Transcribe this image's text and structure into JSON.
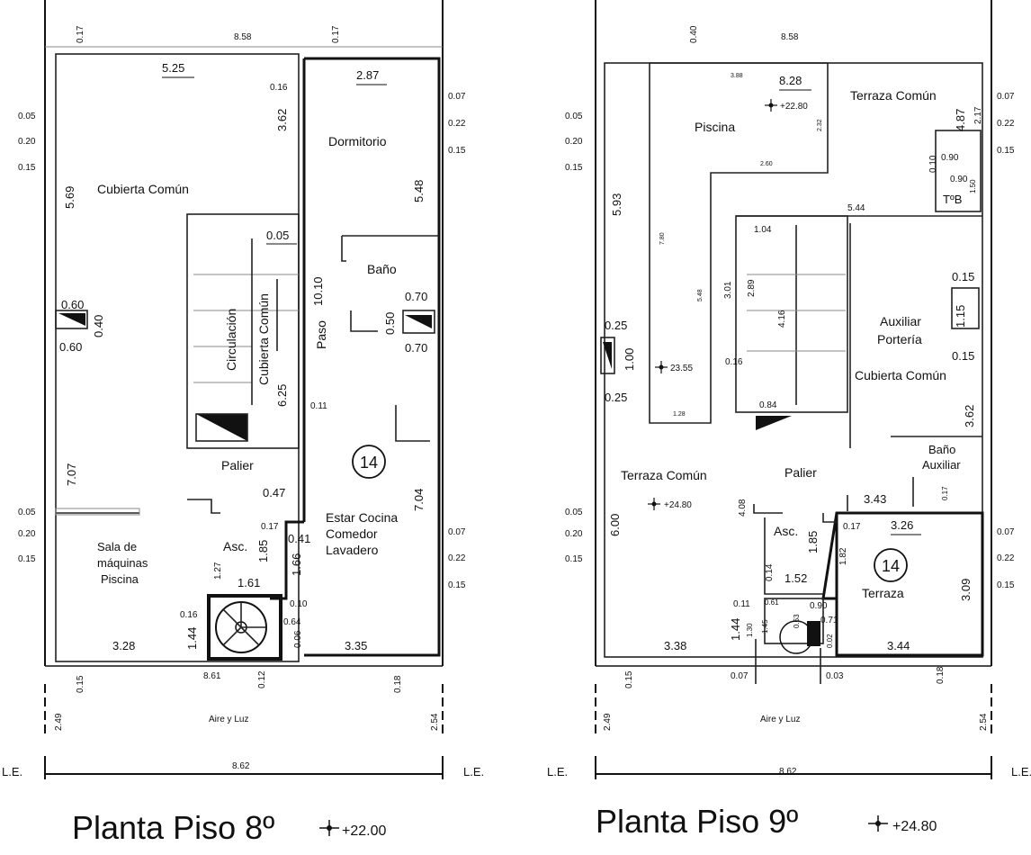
{
  "plan8": {
    "title": "Planta Piso 8º",
    "level": "+22.00",
    "rooms": {
      "cubierta": "Cubierta Común",
      "dormitorio": "Dormitorio",
      "bano": "Baño",
      "circulacion": "Circulación",
      "cubierta2": "Cubierta Común",
      "paso": "Paso",
      "palier": "Palier",
      "estar1": "Estar Cocina",
      "estar2": "Comedor",
      "estar3": "Lavadero",
      "sala1": "Sala de",
      "sala2": "máquinas",
      "sala3": "Piscina",
      "asc": "Asc.",
      "unit": "14",
      "aire": "Aire y Luz",
      "le_left": "L.E.",
      "le_right": "L.E."
    },
    "dims": {
      "top": "8.58",
      "top017a": "0.17",
      "top017b": "0.17",
      "d525": "5.25",
      "d287": "2.87",
      "d016": "0.16",
      "d362": "3.62",
      "d548": "5.48",
      "d569": "5.69",
      "d005": "0.05",
      "d070a": "0.70",
      "d070b": "0.70",
      "d050": "0.50",
      "d1010": "10.10",
      "d060a": "0.60",
      "d060b": "0.60",
      "d040": "0.40",
      "d625": "6.25",
      "d011": "0.11",
      "d707": "7.07",
      "d704": "7.04",
      "d047": "0.47",
      "d017": "0.17",
      "d041": "0.41",
      "d185": "1.85",
      "d166": "1.66",
      "d161": "1.61",
      "d127": "1.27",
      "d328": "3.28",
      "d144": "1.44",
      "d016b": "0.16",
      "d335": "3.35",
      "d064": "0.64",
      "d006": "0.06",
      "d010": "0.10",
      "d861": "8.61",
      "d015b": "0.15",
      "d012": "0.12",
      "d018": "0.18",
      "d249": "2.49",
      "d254": "2.54",
      "d862": "8.62",
      "l005a": "0.05",
      "l020a": "0.20",
      "l015a": "0.15",
      "l005b": "0.05",
      "l020b": "0.20",
      "l015b": "0.15",
      "r007a": "0.07",
      "r022a": "0.22",
      "r015a": "0.15",
      "r007b": "0.07",
      "r022b": "0.22",
      "r015b": "0.15"
    }
  },
  "plan9": {
    "title": "Planta Piso 9º",
    "level": "+24.80",
    "rooms": {
      "piscina": "Piscina",
      "terraza_top": "Terraza Común",
      "tb": "TºB",
      "auxiliar1": "Auxiliar",
      "auxiliar2": "Portería",
      "cubierta": "Cubierta Común",
      "bano1": "Baño",
      "bano2": "Auxiliar",
      "terraza_left": "Terraza Común",
      "palier": "Palier",
      "asc": "Asc.",
      "terraza": "Terraza",
      "unit": "14",
      "aire": "Aire y Luz",
      "le_left": "L.E.",
      "le_right": "L.E."
    },
    "levels": {
      "l2280": "+22.80",
      "l2355": "23.55",
      "l2480": "+24.80"
    },
    "dims": {
      "top": "8.58",
      "d040": "0.40",
      "d828": "8.28",
      "d388": "3.88",
      "d232": "2.32",
      "d260": "2.60",
      "d487": "4.87",
      "d217": "2.17",
      "d010": "0.10",
      "d090a": "0.90",
      "d090b": "0.90",
      "d150": "1.50",
      "d593": "5.93",
      "d544": "5.44",
      "d780": "7.80",
      "d548": "5.48",
      "d104": "1.04",
      "d301": "3.01",
      "d289": "2.89",
      "d416": "4.16",
      "d016": "0.16",
      "d015a": "0.15",
      "d115": "1.15",
      "d015b": "0.15",
      "d025a": "0.25",
      "d100": "1.00",
      "d025b": "0.25",
      "d128": "1.28",
      "d084": "0.84",
      "d362": "3.62",
      "d017": "0.17",
      "d600": "6.00",
      "d408": "4.08",
      "d343": "3.43",
      "d017b": "0.17",
      "d326": "3.26",
      "d185": "1.85",
      "d182": "1.82",
      "d309": "3.09",
      "d014": "0.14",
      "d152": "1.52",
      "d011": "0.11",
      "d061": "0.61",
      "d090c": "0.90",
      "d063": "0.63",
      "d071": "0.71",
      "d144": "1.44",
      "d130": "1.30",
      "d145": "1.45",
      "d002": "0.02",
      "d338": "3.38",
      "d344": "3.44",
      "d015c": "0.15",
      "d007": "0.07",
      "d003": "0.03",
      "d018": "0.18",
      "d249": "2.49",
      "d254": "2.54",
      "d862": "8.62",
      "l005a": "0.05",
      "l020a": "0.20",
      "l015a": "0.15",
      "l005b": "0.05",
      "l020b": "0.20",
      "l015b": "0.15",
      "r007a": "0.07",
      "r022a": "0.22",
      "r015a": "0.15",
      "r007b": "0.07",
      "r022b": "0.22",
      "r015b": "0.15"
    }
  }
}
